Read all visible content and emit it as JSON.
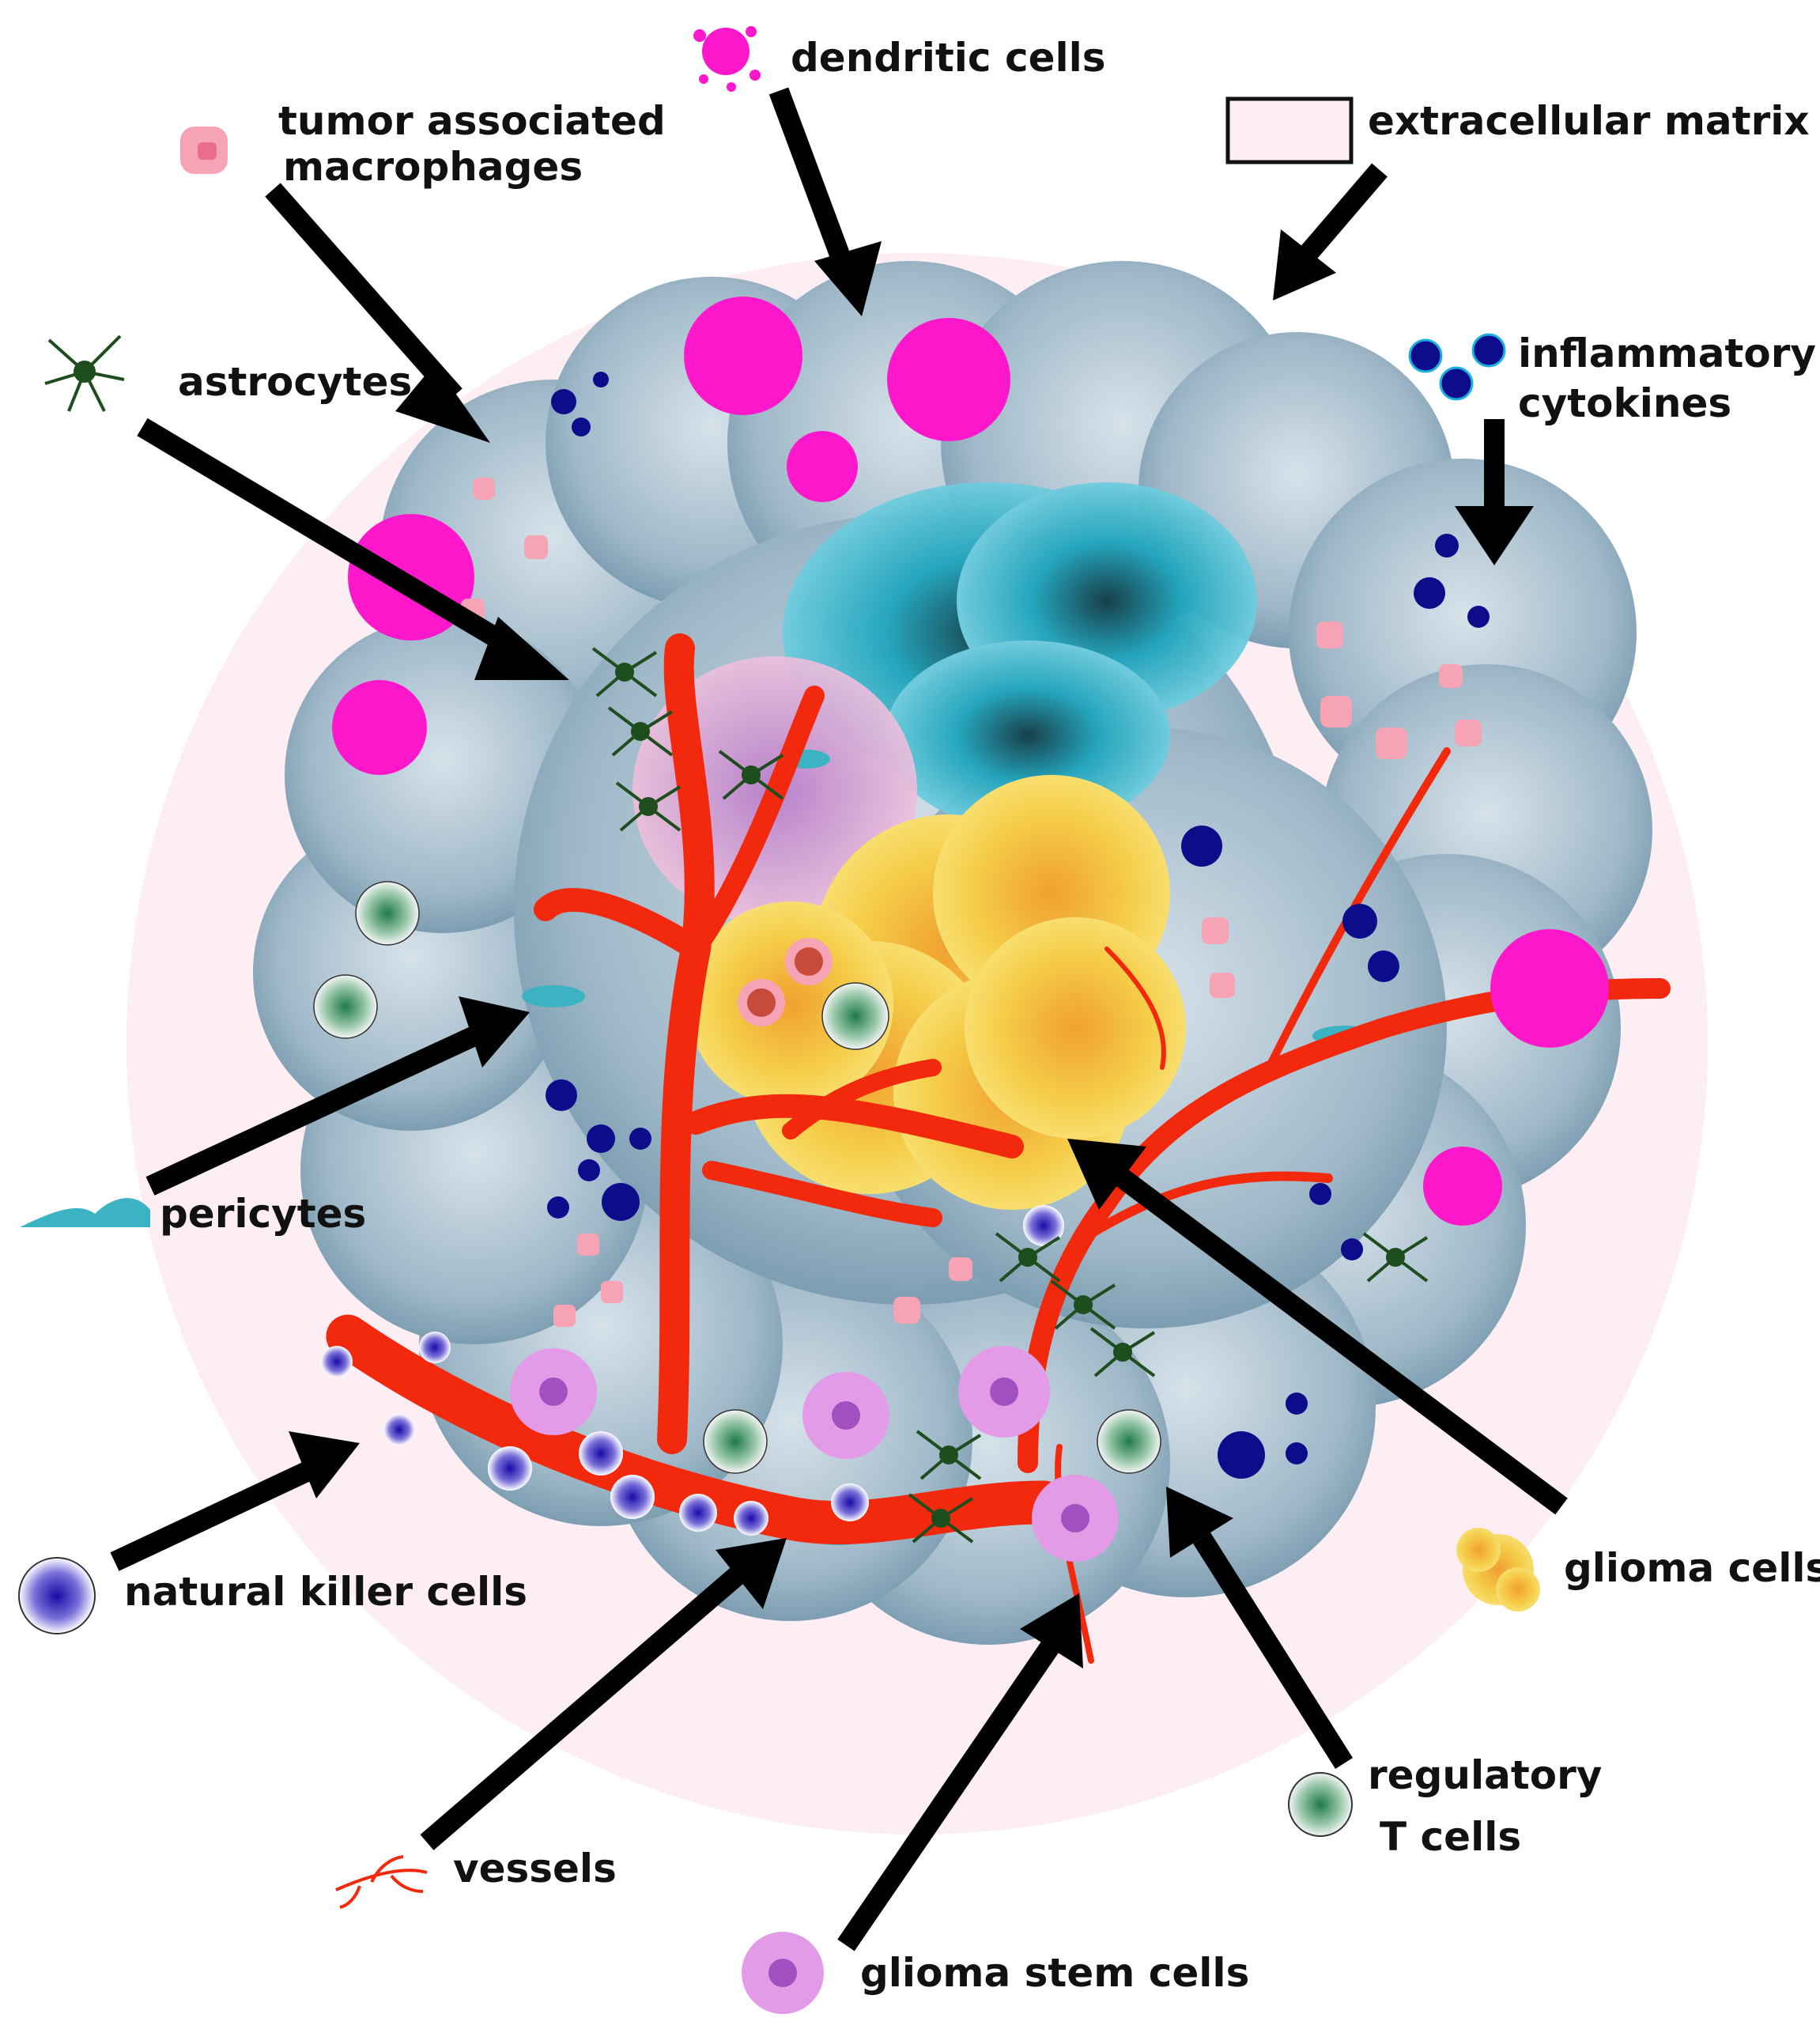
{
  "labels": {
    "dendritic_cells": "dendritic cells",
    "tam_line1": "tumor associated",
    "tam_line2": "macrophages",
    "extracellular_matrix": "extracellular matrix",
    "astrocytes": "astrocytes",
    "cytokines_line1": "inflammatory",
    "cytokines_line2": "cytokines",
    "pericytes": "pericytes",
    "natural_killer_cells": "natural killer cells",
    "glioma_cells": "glioma cells",
    "vessels": "vessels",
    "regulatory_line1": "regulatory",
    "regulatory_line2": "T cells",
    "glioma_stem_cells": "glioma stem cells"
  },
  "colors": {
    "background_disc": "#fdeef3",
    "tissue": "#7d9db1",
    "tissue_light": "#c7d6e0",
    "vessel": "#f2290d",
    "dendritic": "#ff17cc",
    "macrophage": "#f7a3b6",
    "cytokine": "#0d0d8c",
    "glioma": "#f2c33a",
    "glioma_dark": "#ee9a1e",
    "stem": "#e39be8",
    "regulatory": "#2e8b57",
    "astrocyte": "#1e4d1e",
    "pericyte": "#3bb3c3",
    "arrow": "#000000"
  }
}
